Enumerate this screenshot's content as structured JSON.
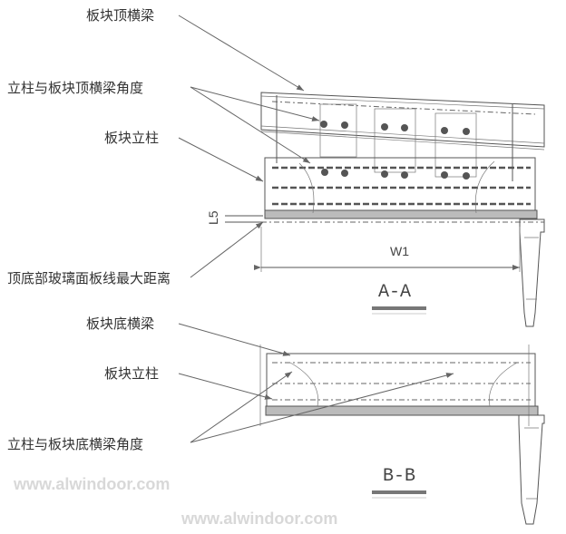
{
  "watermark": "www.alwindoor.com",
  "section_aa": {
    "title": "A-A",
    "labels": {
      "top_beam": "板块顶横梁",
      "mullion_top_beam_angle": "立柱与板块顶横梁角度",
      "mullion": "板块立柱",
      "max_distance": "顶底部玻璃面板线最大距离"
    },
    "dimensions": {
      "l5": "L5",
      "w1": "W1"
    }
  },
  "section_bb": {
    "title": "B-B",
    "labels": {
      "bottom_beam": "板块底横梁",
      "mullion": "板块立柱",
      "mullion_bottom_beam_angle": "立柱与板块底横梁角度"
    }
  }
}
